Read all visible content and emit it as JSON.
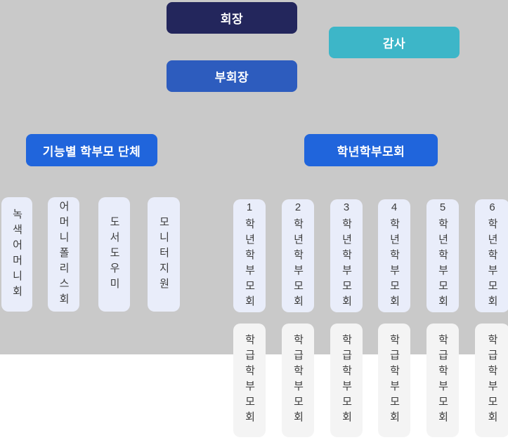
{
  "chart": {
    "chairman_label": "회장",
    "auditor_label": "감사",
    "vice_chairman_label": "부회장",
    "functional_group_label": "기능별 학부모 단체",
    "grade_group_label": "학년학부모회",
    "functional_items": [
      "녹색어머니회",
      "어머니폴리스회",
      "도서도우미",
      "모니터지원"
    ],
    "grade_items": [
      "1학년학부모회",
      "2학년학부모회",
      "3학년학부모회",
      "4학년학부모회",
      "5학년학부모회",
      "6학년학부모회"
    ],
    "class_items": [
      "학급학부모회",
      "학급학부모회",
      "학급학부모회",
      "학급학부모회",
      "학급학부모회",
      "학급학부모회"
    ]
  },
  "colors": {
    "page_bg": "#ffffff",
    "canvas_bg": "#c9c9c9",
    "chairman_bg": "#23265c",
    "vice_chairman_bg": "#2d5cbe",
    "auditor_bg": "#3db6c8",
    "group_bg": "#2065dc",
    "light_box_bg": "#e9edfa",
    "class_box_bg": "#f4f4f4",
    "header_text": "#ffffff",
    "box_text": "#3c3c3c"
  }
}
